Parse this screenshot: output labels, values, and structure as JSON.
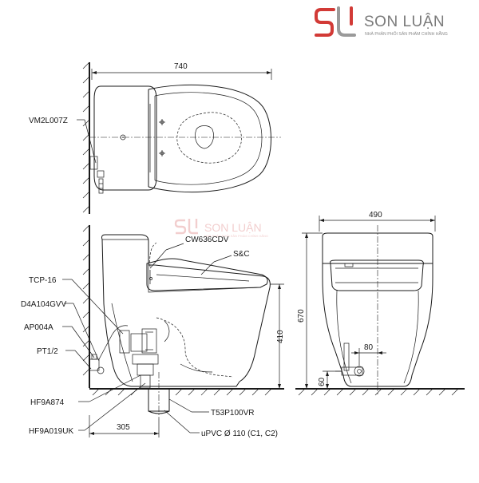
{
  "brand": {
    "name": "SON LUẬN",
    "tagline": "NHÀ PHÂN PHỐI SẢN PHẨM CHÍNH HÃNG",
    "primary_color": "#d23a36",
    "secondary_color": "#8a8a8a"
  },
  "watermark": {
    "name": "SON LUẬN",
    "tagline": "NHÀ PHÂN PHỐI SẢN PHẨM CHÍNH HÃNG"
  },
  "dimensions": {
    "top_width": "740",
    "front_width": "490",
    "front_height": "670",
    "seat_height": "410",
    "rough_in": "305",
    "supply_offset": "80",
    "supply_height": "60"
  },
  "labels": {
    "vm2l007z": "VM2L007Z",
    "cw636cdv": "CW636CDV",
    "sc": "S&C",
    "tcp16": "TCP-16",
    "d4a104gvv": "D4A104GVV",
    "ap004a": "AP004A",
    "pt12": "PT1/2",
    "hf9a874": "HF9A874",
    "hf9a019uk": "HF9A019UK",
    "t53p100vr": "T53P100VR",
    "upvc": "uPVC Ø 110 (C1, C2)"
  }
}
